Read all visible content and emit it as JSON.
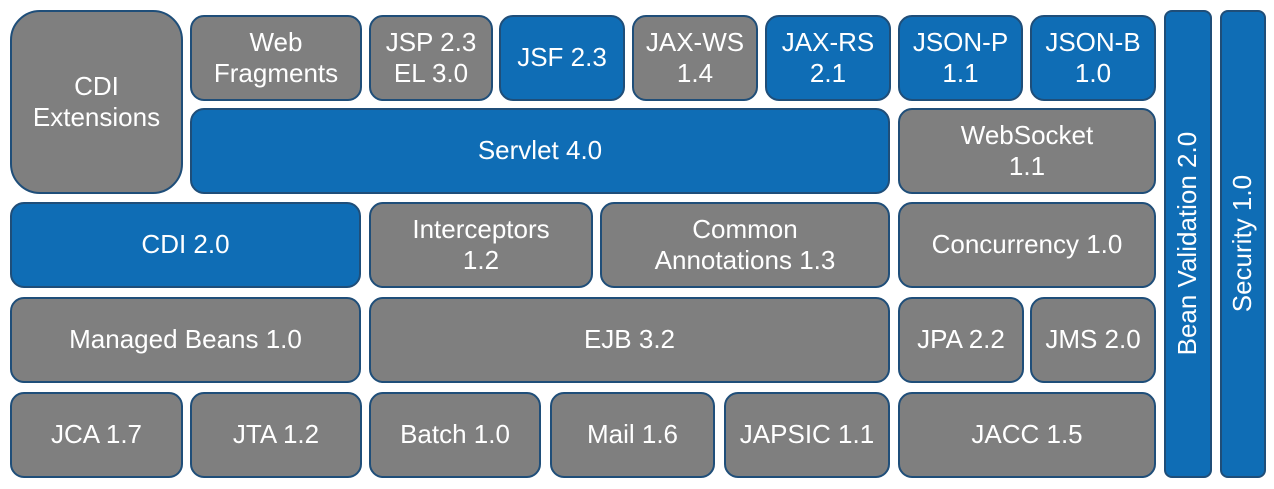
{
  "colors": {
    "api_blue": "#0f6db5",
    "api_gray": "#7f7f7f",
    "border": "#1f4e79",
    "text": "#ffffff"
  },
  "diagram": {
    "cdi_extensions": "CDI\nExtensions",
    "web_fragments": "Web\nFragments",
    "jsp_el": "JSP 2.3\nEL 3.0",
    "jsf": "JSF 2.3",
    "jax_ws": "JAX-WS\n1.4",
    "jax_rs": "JAX-RS\n2.1",
    "json_p": "JSON-P\n1.1",
    "json_b": "JSON-B\n1.0",
    "servlet": "Servlet 4.0",
    "websocket": "WebSocket\n1.1",
    "cdi": "CDI 2.0",
    "interceptors": "Interceptors\n1.2",
    "common_annotations": "Common\nAnnotations 1.3",
    "concurrency": "Concurrency 1.0",
    "managed_beans": "Managed Beans 1.0",
    "ejb": "EJB 3.2",
    "jpa": "JPA 2.2",
    "jms": "JMS 2.0",
    "jca": "JCA 1.7",
    "jta": "JTA 1.2",
    "batch": "Batch 1.0",
    "mail": "Mail 1.6",
    "japsic": "JAPSIC 1.1",
    "jacc": "JACC 1.5",
    "bean_validation": "Bean Validation 2.0",
    "security": "Security 1.0"
  }
}
